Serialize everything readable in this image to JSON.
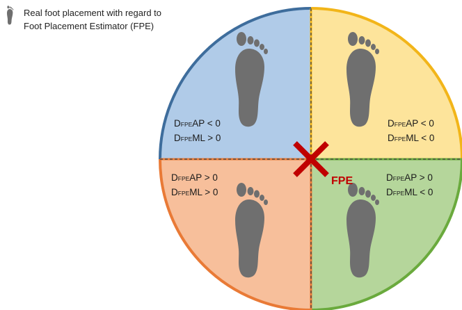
{
  "legend": {
    "icon": "footprint-icon",
    "line1": "Real foot placement with regard to",
    "line2": "Foot Placement Estimator (FPE)"
  },
  "quadrants": {
    "top_left": {
      "ap_prefix": "D",
      "ap_sub": "FPE",
      "ap_text": "AP < 0",
      "ml_prefix": "D",
      "ml_sub": "FPE",
      "ml_text": "ML > 0",
      "color": "#b0cbe8",
      "border": "#3e6d9c"
    },
    "top_right": {
      "ap_prefix": "D",
      "ap_sub": "FPE",
      "ap_text": "AP < 0",
      "ml_prefix": "D",
      "ml_sub": "FPE",
      "ml_text": "ML < 0",
      "color": "#fde49b",
      "border": "#f2b519"
    },
    "bottom_left": {
      "ap_prefix": "D",
      "ap_sub": "FPE",
      "ap_text": "AP > 0",
      "ml_prefix": "D",
      "ml_sub": "FPE",
      "ml_text": "ML > 0",
      "color": "#f7bf9b",
      "border": "#e97a36"
    },
    "bottom_right": {
      "ap_prefix": "D",
      "ap_sub": "FPE",
      "ap_text": "AP > 0",
      "ml_prefix": "D",
      "ml_sub": "FPE",
      "ml_text": "ML < 0",
      "color": "#b5d69b",
      "border": "#6aaa3d"
    }
  },
  "center": {
    "label": "FPE",
    "marker_color": "#c00000"
  },
  "colors": {
    "foot": "#6f6f6f",
    "axis_dash": "#404040"
  }
}
